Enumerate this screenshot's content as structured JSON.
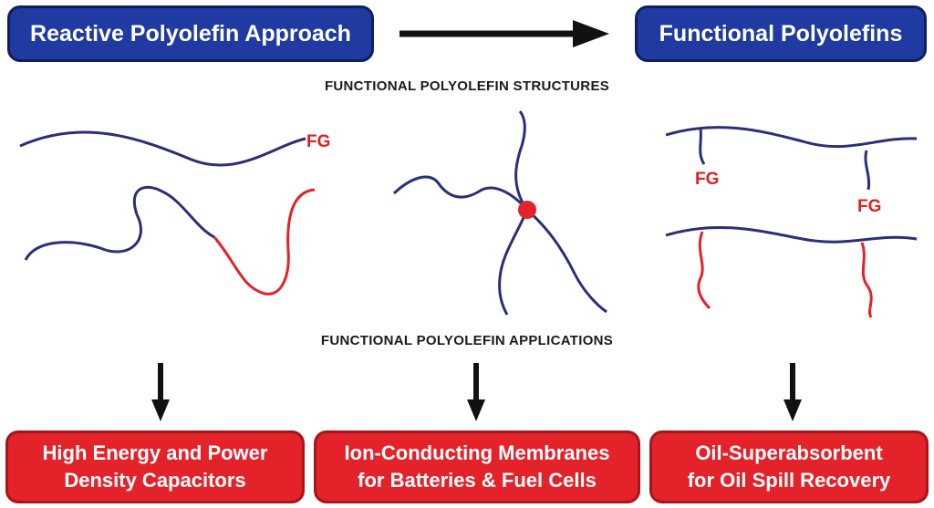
{
  "header": {
    "left_box": "Reactive Polyolefin Approach",
    "right_box": "Functional Polyolefins"
  },
  "structures_heading": "FUNCTIONAL POLYOLEFIN STRUCTURES",
  "applications_heading": "FUNCTIONAL POLYOLEFIN APPLICATIONS",
  "fg_label": "FG",
  "applications": [
    {
      "line1": "High Energy and Power",
      "line2": "Density Capacitors"
    },
    {
      "line1": "Ion-Conducting Membranes",
      "line2": "for Batteries & Fuel Cells"
    },
    {
      "line1": "Oil-Superabsorbent",
      "line2": "for Oil Spill Recovery"
    }
  ],
  "colors": {
    "chain_blue": "#2a2f78",
    "functional_red": "#e3222a",
    "box_blue": "#1f3aa0"
  }
}
